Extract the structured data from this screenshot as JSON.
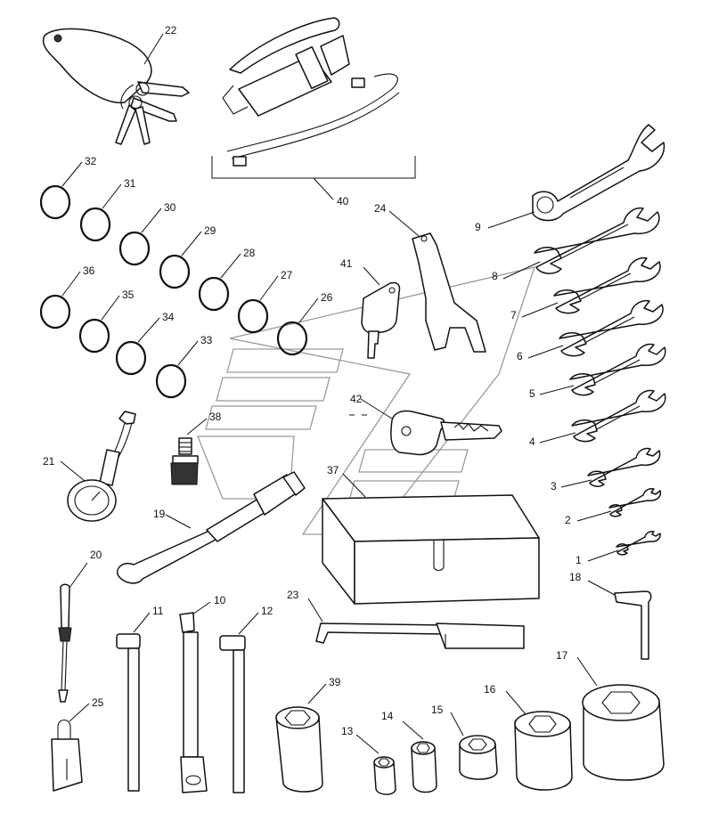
{
  "callouts": {
    "c1": "1",
    "c2": "2",
    "c3": "3",
    "c4": "4",
    "c5": "5",
    "c6": "6",
    "c7": "7",
    "c8": "8",
    "c9": "9",
    "c10": "10",
    "c11": "11",
    "c12": "12",
    "c13": "13",
    "c14": "14",
    "c15": "15",
    "c16": "16",
    "c17": "17",
    "c18": "18",
    "c19": "19",
    "c20": "20",
    "c21": "21",
    "c22": "22",
    "c23": "23",
    "c24": "24",
    "c25": "25",
    "c26": "26",
    "c27": "27",
    "c28": "28",
    "c29": "29",
    "c30": "30",
    "c31": "31",
    "c32": "32",
    "c33": "33",
    "c34": "34",
    "c35": "35",
    "c36": "36",
    "c37": "37",
    "c38": "38",
    "c39": "39",
    "c40": "40",
    "c41": "41",
    "c42": "42"
  }
}
